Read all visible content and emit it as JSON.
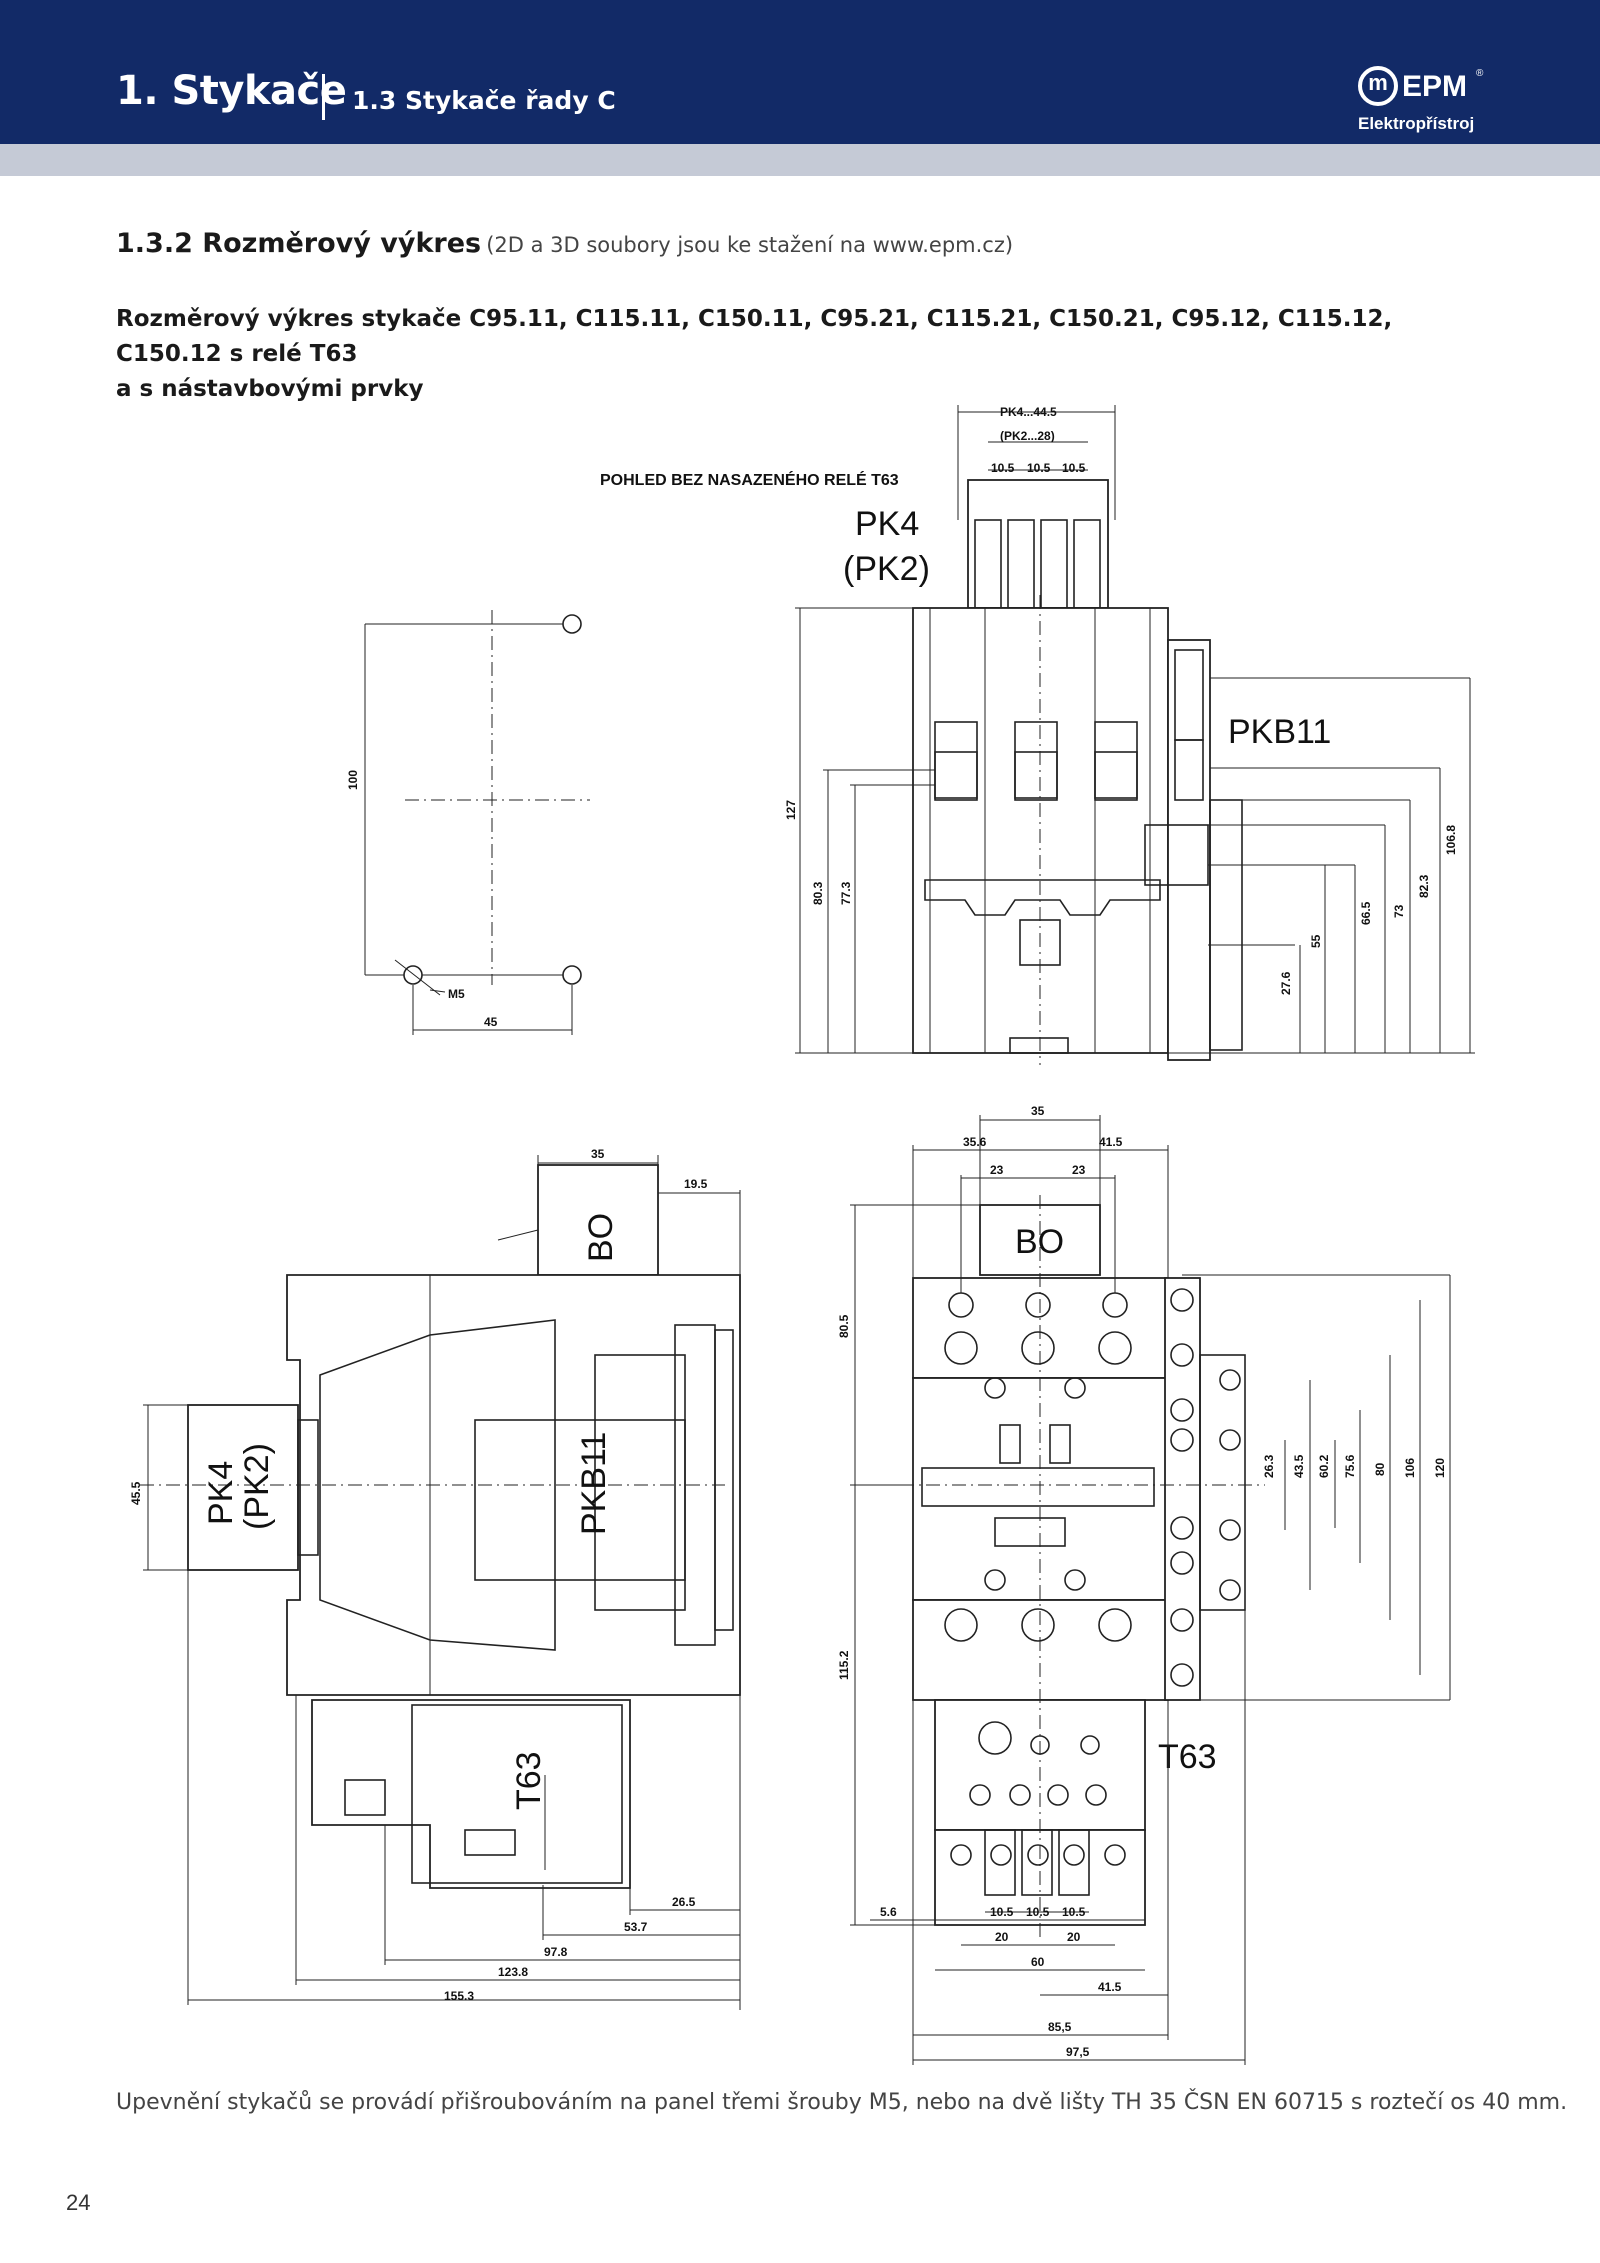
{
  "header": {
    "title": "1. Stykače",
    "subtitle": "1.3 Stykače řady C",
    "logo_mark": "m",
    "logo_word": "EPM",
    "logo_reg": "®",
    "logo_sub": "Elektropřístroj",
    "colors": {
      "header_bg": "#122a67",
      "strip": "#c5cad6"
    }
  },
  "section": {
    "title": "1.3.2 Rozměrový výkres",
    "note": "(2D a 3D soubory jsou ke stažení na www.epm.cz)"
  },
  "description": {
    "line1": "Rozměrový výkres stykače C95.11, C115.11, C150.11, C95.21, C115.21, C150.21, C95.12, C115.12, C150.12 s relé T63",
    "line2": "a s nástavbovými prvky"
  },
  "drawing": {
    "top_view_caption": "POHLED BEZ NASAZENÉHO RELÉ T63",
    "labels": {
      "pk4": "PK4",
      "pk2": "(PK2)",
      "pkb11": "PKB11",
      "bo": "BO",
      "t63": "T63"
    },
    "top_dims": {
      "pk4_445": "PK4...44.5",
      "pk2_28": "(PK2...28)",
      "d105": "10.5"
    },
    "mount": {
      "d100": "100",
      "d45": "45",
      "m5": "M5"
    },
    "side_dims": {
      "d127": "127",
      "d803": "80.3",
      "d773": "77.3",
      "d276": "27.6",
      "d55": "55",
      "d665": "66.5",
      "d73": "73",
      "d823": "82.3",
      "d1068": "106.8"
    },
    "left_dims": {
      "d35": "35",
      "d195": "19.5",
      "d455": "45.5",
      "d265": "26.5",
      "d537": "53.7",
      "d978": "97.8",
      "d1238": "123.8",
      "d1553": "155.3"
    },
    "front_dims": {
      "d35": "35",
      "d356": "35.6",
      "d415": "41.5",
      "d23": "23",
      "d805": "80.5",
      "d1152": "115.2",
      "d56": "5.6",
      "d105": "10.5",
      "d20": "20",
      "d60": "60",
      "d415b": "41.5",
      "d855": "85,5",
      "d975": "97,5",
      "d263": "26.3",
      "d435": "43.5",
      "d602": "60.2",
      "d756": "75.6",
      "d80": "80",
      "d106": "106",
      "d120": "120"
    }
  },
  "footer": {
    "note": "Upevnění stykačů se provádí přišroubováním na panel třemi šrouby M5, nebo na dvě lišty TH 35 ČSN EN 60715 s roztečí os 40 mm.",
    "page_number": "24"
  }
}
